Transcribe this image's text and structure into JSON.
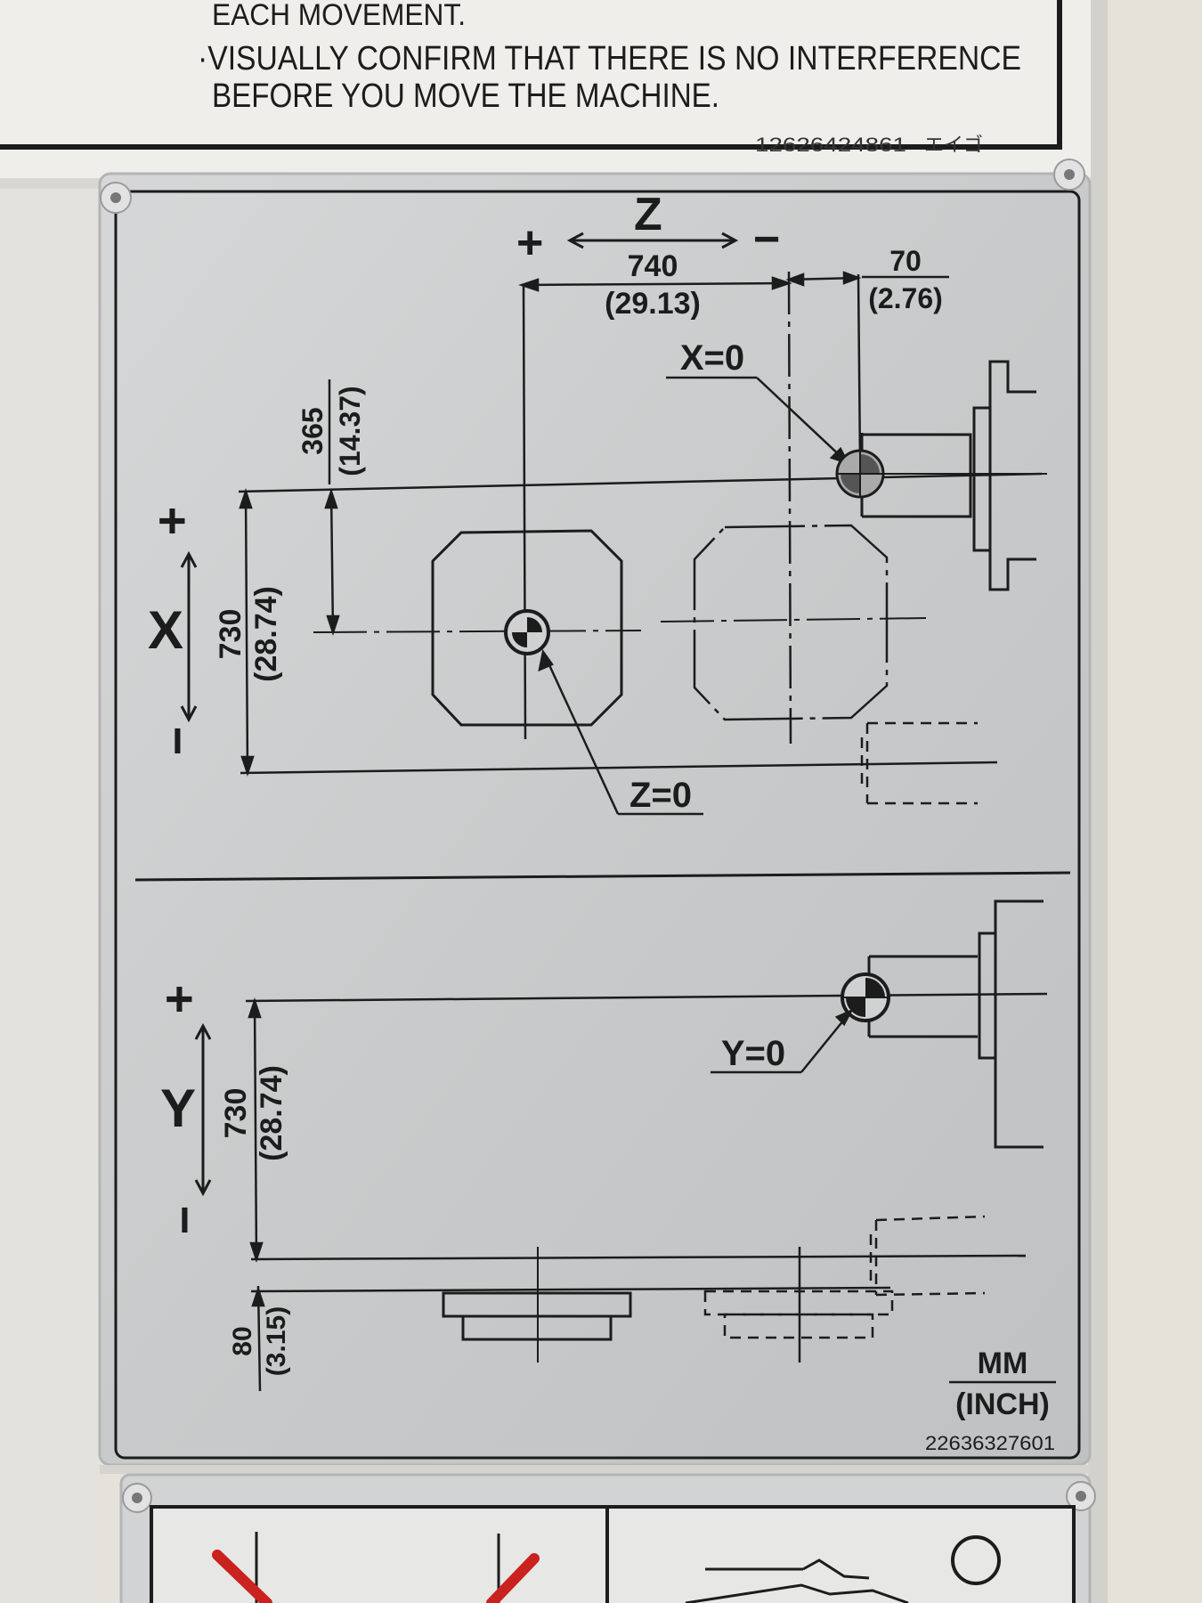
{
  "warning_label": {
    "line1": "EACH MOVEMENT.",
    "line2": "·VISUALLY CONFIRM THAT THERE IS NO INTERFERENCE",
    "line3": "BEFORE YOU MOVE THE MACHINE.",
    "code": "12626424861",
    "code_suffix": "エイゴ"
  },
  "z_axis": {
    "label": "Z",
    "plus": "+",
    "minus": "−",
    "travel_mm": "740",
    "travel_inch": "(29.13)",
    "offset_mm": "70",
    "offset_inch": "(2.76)",
    "zero_label": "Z=0"
  },
  "x_axis": {
    "label": "X",
    "plus": "+",
    "minus": "−",
    "travel_mm": "730",
    "travel_inch": "(28.74)",
    "half_mm": "365",
    "half_inch": "(14.37)",
    "zero_label": "X=0"
  },
  "y_axis": {
    "label": "Y",
    "plus": "+",
    "minus": "−",
    "travel_mm": "730",
    "travel_inch": "(28.74)",
    "offset_mm": "80",
    "offset_inch": "(3.15)",
    "zero_label": "Y=0"
  },
  "units": {
    "mm": "MM",
    "inch": "(INCH)"
  },
  "plate_code": "22636327601",
  "colors": {
    "wall": "#e9e6df",
    "plate": "#cfd1d2",
    "ink": "#1c1c1c",
    "warning_red": "#c9221f"
  }
}
